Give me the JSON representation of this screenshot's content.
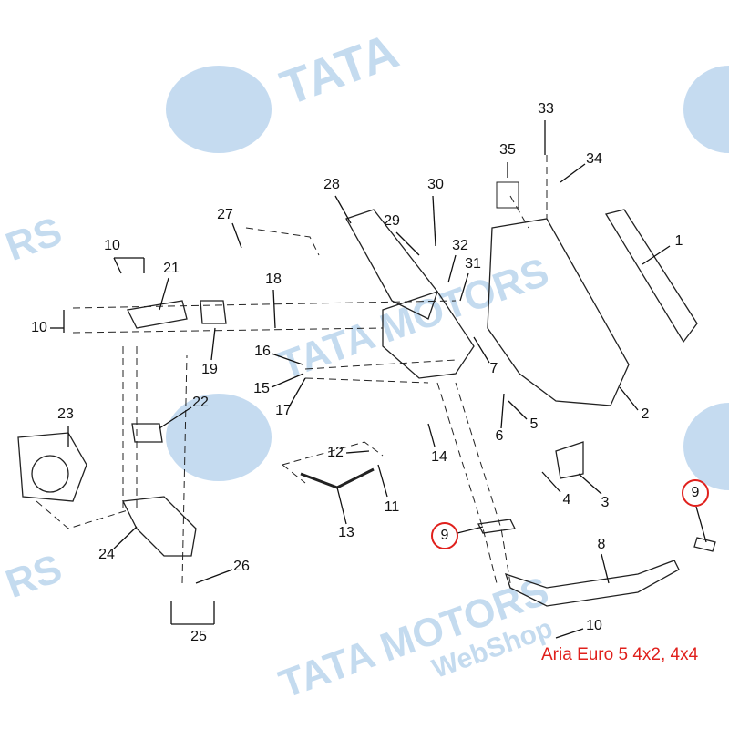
{
  "watermark": {
    "brand": "TATA MOTORS",
    "sub": "WebShop",
    "color": "#2f7fc9"
  },
  "caption": "Aria Euro 5 4x2, 4x4",
  "caption_color": "#e0201c",
  "callouts": [
    "1",
    "2",
    "3",
    "4",
    "5",
    "6",
    "7",
    "8",
    "9",
    "9",
    "10",
    "10",
    "10",
    "11",
    "12",
    "13",
    "14",
    "15",
    "16",
    "17",
    "18",
    "19",
    "21",
    "22",
    "23",
    "24",
    "25",
    "26",
    "27",
    "28",
    "29",
    "30",
    "31",
    "32",
    "33",
    "34",
    "35"
  ]
}
